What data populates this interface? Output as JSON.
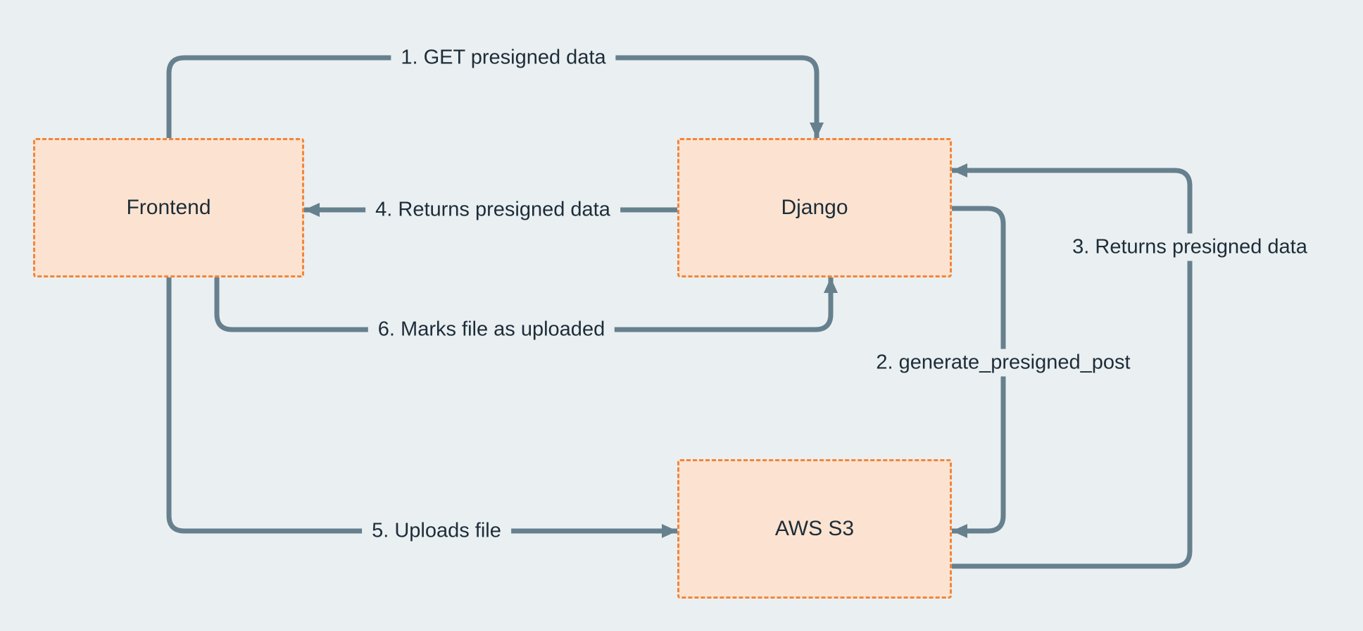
{
  "colors": {
    "background": "#eaeff2",
    "node_fill": "#fce3d1",
    "node_border": "#f0863a",
    "arrow": "#66808e",
    "text": "#1d2d38"
  },
  "diagram": {
    "nodes": [
      {
        "id": "frontend",
        "label": "Frontend"
      },
      {
        "id": "django",
        "label": "Django"
      },
      {
        "id": "aws-s3",
        "label": "AWS S3"
      }
    ],
    "edges": [
      {
        "id": "1",
        "label": "1. GET presigned data",
        "from": "Frontend",
        "to": "Django"
      },
      {
        "id": "2",
        "label": "2. generate_presigned_post",
        "from": "Django",
        "to": "AWS S3"
      },
      {
        "id": "3",
        "label": "3. Returns presigned data",
        "from": "AWS S3",
        "to": "Django"
      },
      {
        "id": "4",
        "label": "4. Returns presigned data",
        "from": "Django",
        "to": "Frontend"
      },
      {
        "id": "5",
        "label": "5. Uploads file",
        "from": "Frontend",
        "to": "AWS S3"
      },
      {
        "id": "6",
        "label": "6. Marks file as  uploaded",
        "from": "Frontend",
        "to": "Django"
      }
    ]
  }
}
